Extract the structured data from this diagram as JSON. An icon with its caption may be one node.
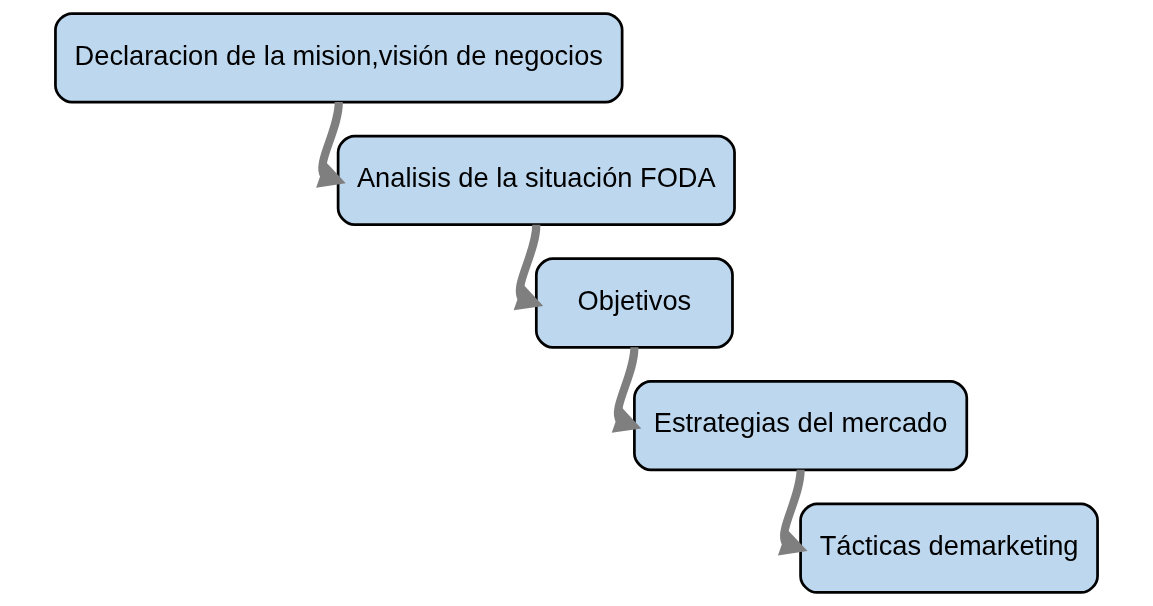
{
  "diagram": {
    "nodes": [
      {
        "text": [
          "Declaracion de la mision,visión de negocios"
        ]
      },
      {
        "text": [
          "Analisis de la situación FODA"
        ]
      },
      {
        "text": [
          "Objetivos"
        ]
      },
      {
        "text": [
          "Estrategias del mercado"
        ]
      },
      {
        "text": [
          "Tácticas demarketing"
        ]
      }
    ],
    "edges": [
      {
        "from": 0,
        "to": 1,
        "arrow": "to"
      },
      {
        "from": 1,
        "to": 2,
        "arrow": "to"
      },
      {
        "from": 2,
        "to": 3,
        "arrow": "to"
      },
      {
        "from": 3,
        "to": 4,
        "arrow": "to"
      }
    ]
  }
}
